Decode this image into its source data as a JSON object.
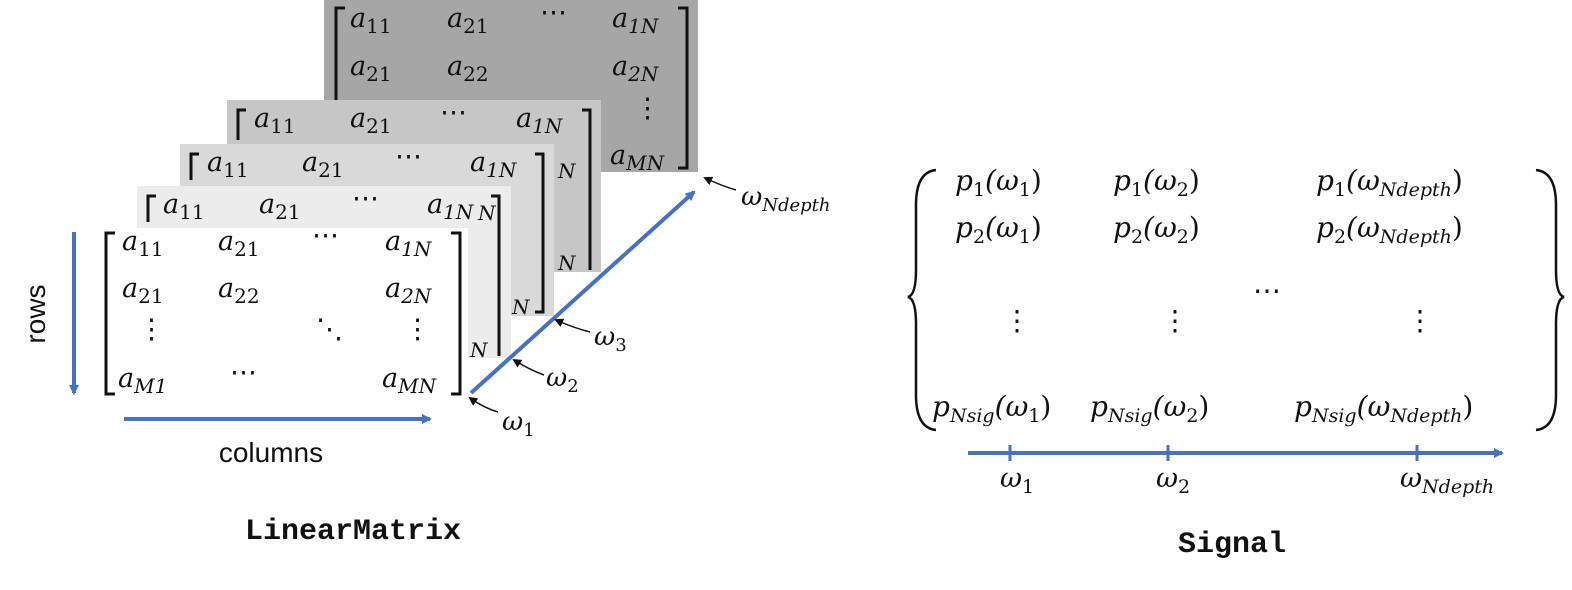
{
  "matrix_cells": {
    "a11": [
      "a",
      "11"
    ],
    "a21": [
      "a",
      "21"
    ],
    "a22": [
      "a",
      "22"
    ],
    "a1N": [
      "a",
      "1N"
    ],
    "a2N": [
      "a",
      "2N"
    ],
    "aM1": [
      "a",
      "M1"
    ],
    "aMN": [
      "a",
      "MN"
    ],
    "hdots": "⋯",
    "vdots": "⋮",
    "ddots": "⋱"
  },
  "partial_cells": {
    "N": "N",
    "vdots": "⋮"
  },
  "left_axis": {
    "rows_label": "rows",
    "columns_label": "columns"
  },
  "depth_labels": {
    "w1": [
      "ω",
      "1"
    ],
    "w2": [
      "ω",
      "2"
    ],
    "w3": [
      "ω",
      "3"
    ],
    "wN": [
      "ω",
      "Ndepth"
    ]
  },
  "signal": {
    "r1c1": [
      "p",
      "1",
      "(ω",
      "1",
      ")"
    ],
    "r1c2": [
      "p",
      "1",
      "(ω",
      "2",
      ")"
    ],
    "r1c3": [
      "p",
      "1",
      "(ω",
      "Ndepth",
      ")"
    ],
    "r2c1": [
      "p",
      "2",
      "(ω",
      "1",
      ")"
    ],
    "r2c2": [
      "p",
      "2",
      "(ω",
      "2",
      ")"
    ],
    "r2c3": [
      "p",
      "2",
      "(ω",
      "Ndepth",
      ")"
    ],
    "r3c1": [
      "p",
      "Nsig",
      "(ω",
      "1",
      ")"
    ],
    "r3c2": [
      "p",
      "Nsig",
      "(ω",
      "2",
      ")"
    ],
    "r3c3": [
      "p",
      "Nsig",
      "(ω",
      "Ndepth",
      ")"
    ],
    "vdots": "⋮",
    "hdots": "⋯"
  },
  "signal_axis": {
    "t1": [
      "ω",
      "1"
    ],
    "t2": [
      "ω",
      "2"
    ],
    "t3": [
      "ω",
      "Ndepth"
    ]
  },
  "captions": {
    "left": "LinearMatrix",
    "right": "Signal"
  },
  "colors": {
    "arrow_blue": "#4472c4",
    "layer_shades": [
      "#a6a6a6",
      "#c6c6c6",
      "#d9d9d9",
      "#ececec",
      "#ffffff"
    ],
    "text": "#111111"
  }
}
